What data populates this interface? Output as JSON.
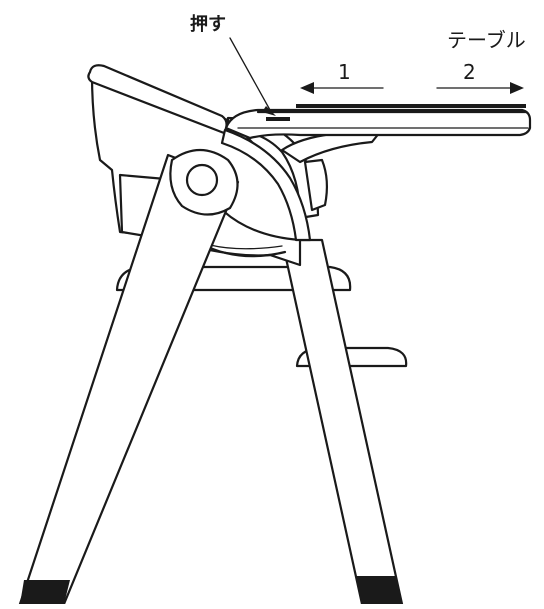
{
  "labels": {
    "push": "押す",
    "table": "テーブル",
    "direction_1": "1",
    "direction_2": "2"
  },
  "colors": {
    "line": "#1a1a1a",
    "background": "#ffffff"
  }
}
